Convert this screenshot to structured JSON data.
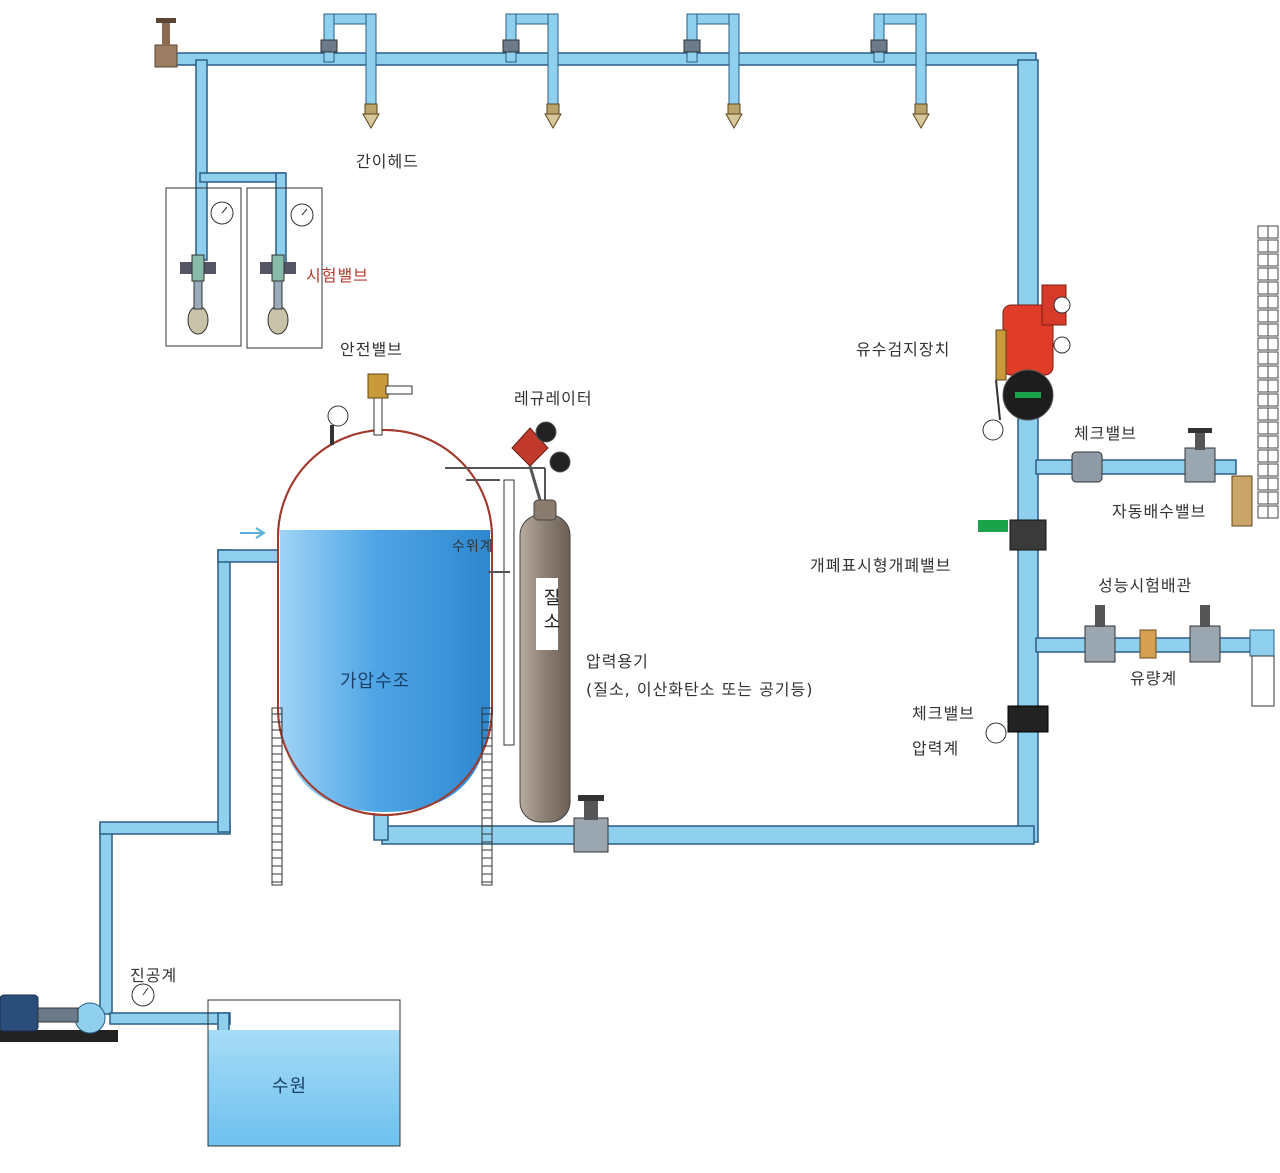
{
  "diagram": {
    "labels": {
      "head": "간이헤드",
      "test_valve": "시험밸브",
      "relief_valve": "안전밸브",
      "regulator": "레규레이터",
      "flow_detector": "유수검지장치",
      "check_valve_1": "체크밸브",
      "auto_drain_valve": "자동배수밸브",
      "supervised_valve": "개폐표시형개폐밸브",
      "perf_test_pipe": "성능시험배관",
      "flow_meter": "유량계",
      "check_valve_2": "체크밸브",
      "pressure_gauge": "압력계",
      "water_level_gauge": "수위계",
      "tank": "가압수조",
      "cylinder": "질소",
      "pressure_vessel": "압력용기",
      "pressure_vessel_note": "(질소, 이산화탄소 또는 공기등)",
      "vacuum_gauge": "진공계",
      "water_source": "수원"
    },
    "colors": {
      "pipe": "#8fd0ef",
      "pipe_edge": "#2c5d86",
      "water": "#5fb3ea",
      "alarm_valve": "#e03c2a",
      "cylinder": "#9b8d80",
      "label_red": "#b23b2b"
    }
  }
}
